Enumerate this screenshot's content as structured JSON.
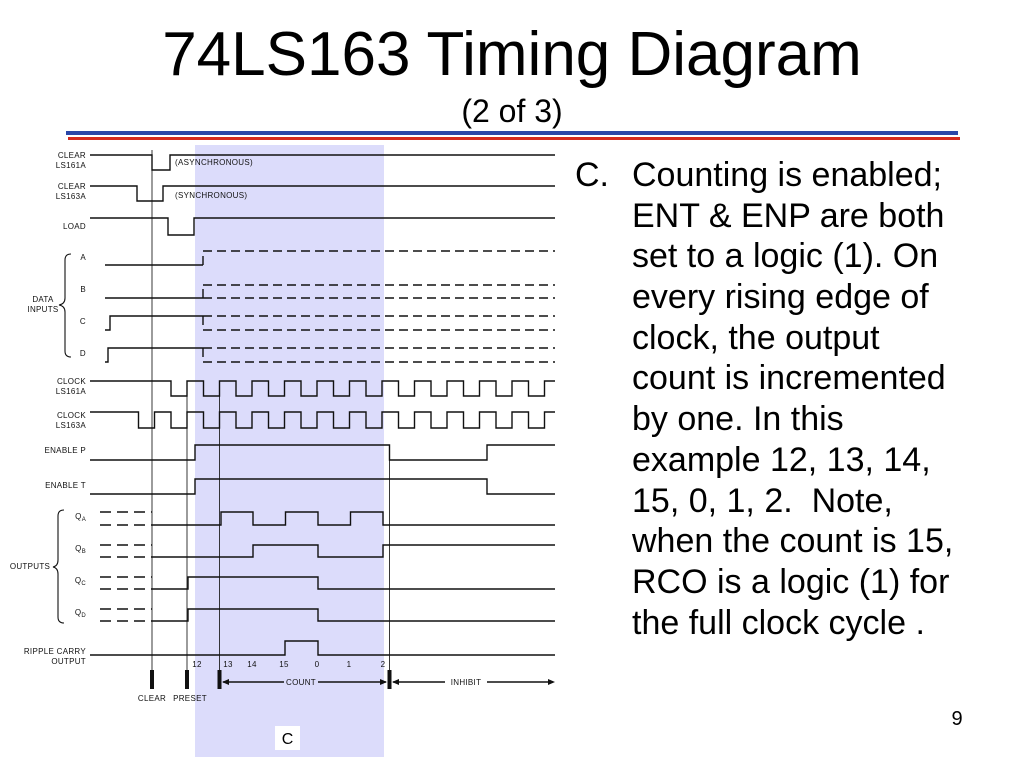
{
  "slide": {
    "title": "74LS163 Timing Diagram",
    "subtitle": "(2 of 3)",
    "page_number": "9"
  },
  "colors": {
    "rule_blue": "#2a46a8",
    "rule_red": "#d42a1e",
    "highlight": "#dcdcfb",
    "text": "#000000"
  },
  "bullet": {
    "marker": "C.",
    "lines": [
      "Counting is enabled;",
      "ENT & ENP are both",
      "set to a logic (1). On",
      "every rising edge of",
      "clock, the output",
      "count is incremented",
      "by one. In this",
      "example 12, 13, 14,",
      "15, 0, 1, 2.  Note,",
      "when the count is 15,",
      "RCO is a logic (1) for",
      "the full clock cycle ."
    ]
  },
  "diagram": {
    "clear_ls161a": {
      "name": "CLEAR",
      "part": "LS161A",
      "note": "(ASYNCHRONOUS)"
    },
    "clear_ls163a": {
      "name": "CLEAR",
      "part": "LS163A",
      "note": "(SYNCHRONOUS)"
    },
    "load": "LOAD",
    "data_inputs": {
      "group_label": [
        "DATA",
        "INPUTS"
      ],
      "names": [
        "A",
        "B",
        "C",
        "D"
      ]
    },
    "clock_ls161a": {
      "name": "CLOCK",
      "part": "LS161A"
    },
    "clock_ls163a": {
      "name": "CLOCK",
      "part": "LS163A"
    },
    "enable_p": "ENABLE P",
    "enable_t": "ENABLE T",
    "outputs": {
      "group_label": "OUTPUTS",
      "items": [
        {
          "name": "Q",
          "sub": "A"
        },
        {
          "name": "Q",
          "sub": "B"
        },
        {
          "name": "Q",
          "sub": "C"
        },
        {
          "name": "Q",
          "sub": "D"
        }
      ]
    },
    "ripple_carry": {
      "line1": "RIPPLE CARRY",
      "line2": "OUTPUT"
    },
    "count_sequence": [
      "12",
      "13",
      "14",
      "15",
      "0",
      "1",
      "2"
    ],
    "markers": {
      "clear": "CLEAR",
      "preset": "PRESET",
      "count": "COUNT",
      "inhibit": "INHIBIT"
    },
    "highlight_label": "C"
  }
}
